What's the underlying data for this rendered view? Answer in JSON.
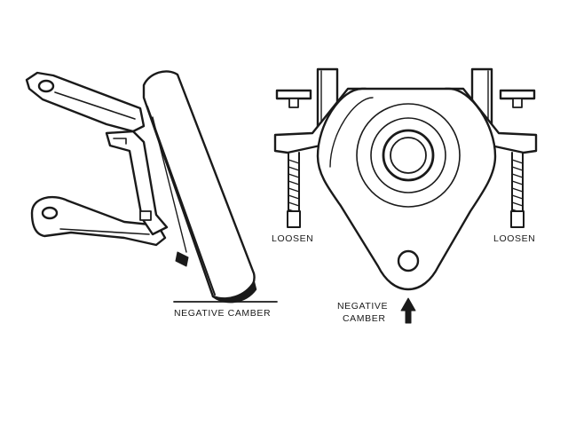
{
  "figure": {
    "left_view": {
      "caption": "NEGATIVE CAMBER"
    },
    "right_view": {
      "left_callout": "LOOSEN",
      "right_callout": "LOOSEN",
      "bottom_callout_line1": "NEGATIVE",
      "bottom_callout_line2": "CAMBER"
    }
  },
  "colors": {
    "ink": "#1a1a1a",
    "paper": "#ffffff"
  }
}
